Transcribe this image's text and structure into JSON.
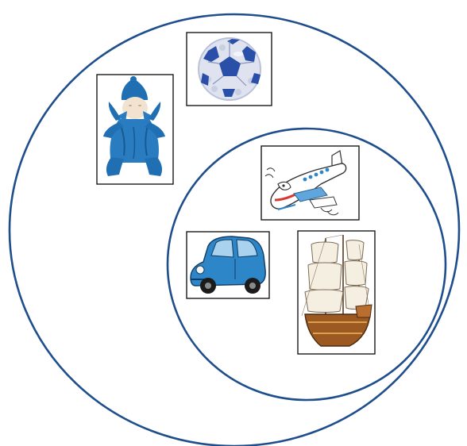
{
  "diagram": {
    "type": "nested-set-diagram",
    "colors": {
      "set_outline": "#1f4e8c",
      "card_border": "#1a1a1a",
      "background": "#ffffff",
      "toy_blue": "#2d86c8",
      "doll_blue": "#1f6fb2",
      "ball_blue": "#2a4fa8",
      "ship_wood": "#9c5a22"
    },
    "outer_set": {
      "name": "outer-set",
      "items": [
        "ball-image",
        "doll-image"
      ]
    },
    "inner_set": {
      "name": "inner-set",
      "items": [
        "airplane-image",
        "car-image",
        "ship-image"
      ]
    }
  }
}
